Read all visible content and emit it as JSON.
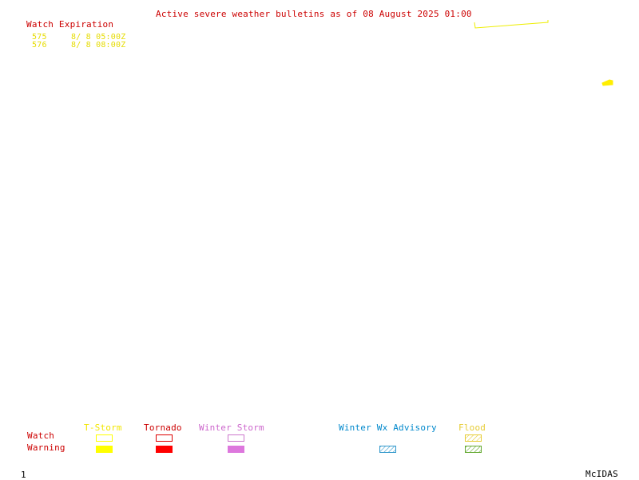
{
  "header": {
    "title": "Active severe weather bulletins as of 08 August 2025 01:00"
  },
  "watch_list": {
    "heading": "Watch Expiration",
    "items": [
      {
        "number": "575",
        "expiration": "8/ 8 05:00Z"
      },
      {
        "number": "576",
        "expiration": "8/ 8 08:00Z"
      }
    ]
  },
  "legend": {
    "row_labels": {
      "watch": "Watch",
      "warning": "Warning"
    },
    "categories": [
      {
        "label": "T-Storm",
        "color": "#ffff00",
        "watch_style": "outline",
        "warning_style": "solid"
      },
      {
        "label": "Tornado",
        "color": "#ff0000",
        "watch_style": "outline",
        "warning_style": "solid"
      },
      {
        "label": "Winter Storm",
        "color": "#dd77dd",
        "watch_style": "outline",
        "warning_style": "solid"
      },
      {
        "label": "Winter Wx Advisory",
        "color": "#3399cc",
        "watch_style": "none",
        "warning_style": "hatched"
      },
      {
        "label": "Flood",
        "color": "#e6cc33",
        "watch_style": "hatched",
        "warning_style": "hatched-green",
        "warning_color": "#66aa33"
      }
    ]
  },
  "footer": {
    "frame_number": "1",
    "software": "McIDAS"
  },
  "colors": {
    "title": "#cc0000",
    "tstorm": "#ffff00",
    "tornado": "#ff0000",
    "winter_storm": "#dd77dd",
    "winter_advisory": "#3399cc",
    "flood": "#e6cc33",
    "flood_warning": "#66aa33"
  }
}
